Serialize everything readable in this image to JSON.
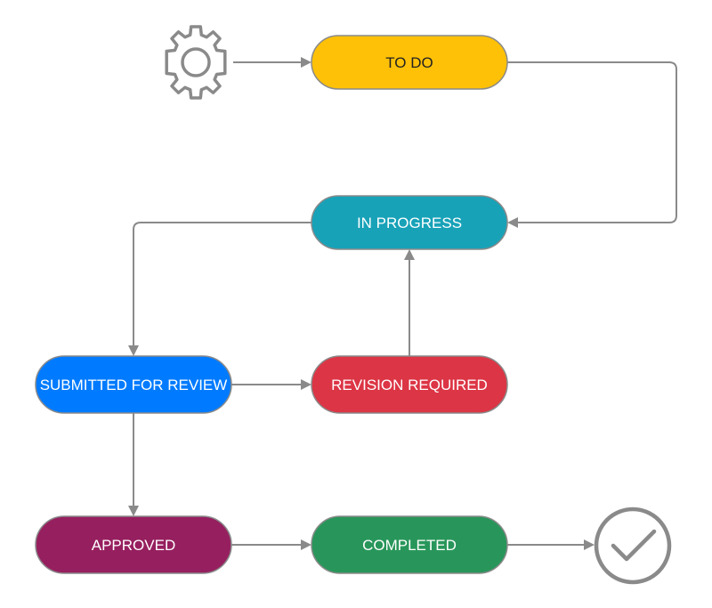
{
  "diagram": {
    "nodes": {
      "todo": {
        "label": "TO DO",
        "color": "#ffc107",
        "text_color": "#222222"
      },
      "in_progress": {
        "label": "IN PROGRESS",
        "color": "#17a2b8",
        "text_color": "#ffffff"
      },
      "submitted": {
        "label": "SUBMITTED FOR REVIEW",
        "color": "#007bff",
        "text_color": "#ffffff"
      },
      "revision": {
        "label": "REVISION REQUIRED",
        "color": "#dc3545",
        "text_color": "#ffffff"
      },
      "approved": {
        "label": "APPROVED",
        "color": "#961f5f",
        "text_color": "#ffffff"
      },
      "completed": {
        "label": "COMPLETED",
        "color": "#28965a",
        "text_color": "#ffffff"
      }
    },
    "start_icon": "gear-icon",
    "end_icon": "check-circle-icon",
    "edges": [
      {
        "from": "start",
        "to": "todo"
      },
      {
        "from": "todo",
        "to": "in_progress"
      },
      {
        "from": "in_progress",
        "to": "submitted"
      },
      {
        "from": "submitted",
        "to": "revision"
      },
      {
        "from": "revision",
        "to": "in_progress"
      },
      {
        "from": "submitted",
        "to": "approved"
      },
      {
        "from": "approved",
        "to": "completed"
      },
      {
        "from": "completed",
        "to": "end"
      }
    ],
    "colors": {
      "connector": "#8a8a8a",
      "node_border": "#8a8a8a",
      "icon": "#8a8a8a"
    }
  }
}
